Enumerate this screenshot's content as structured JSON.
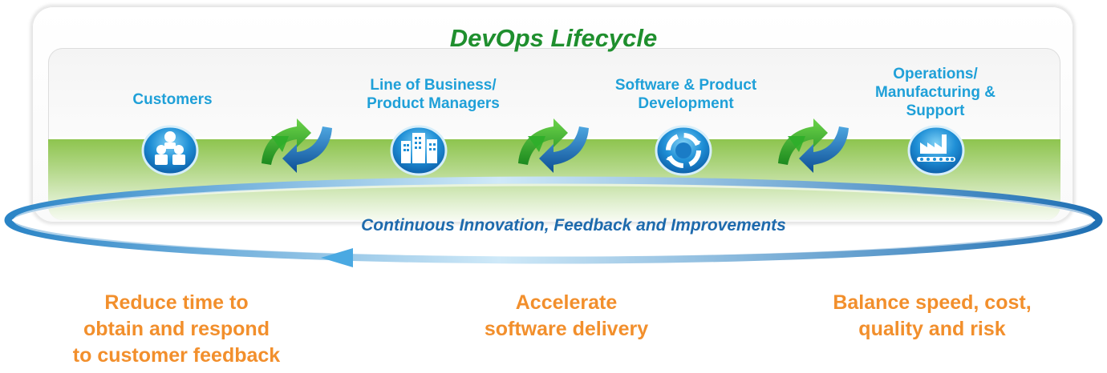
{
  "title": "DevOps Lifecycle",
  "stages": [
    {
      "label_line1": "Customers",
      "label_line2": "",
      "icon": "customers-icon"
    },
    {
      "label_line1": "Line of Business/",
      "label_line2": "Product Managers",
      "icon": "buildings-icon"
    },
    {
      "label_line1": "Software & Product",
      "label_line2": "Development",
      "icon": "development-cycle-icon"
    },
    {
      "label_line1": "Operations/",
      "label_line2": "Manufacturing &",
      "label_line3": "Support",
      "icon": "factory-icon"
    }
  ],
  "connectors": [
    "cycle-arrows-icon",
    "cycle-arrows-icon",
    "cycle-arrows-icon"
  ],
  "feedback_loop": "Continuous Innovation, Feedback and Improvements",
  "benefits": [
    {
      "line1": "Reduce time to",
      "line2": "obtain and respond",
      "line3": "to customer feedback"
    },
    {
      "line1": "Accelerate",
      "line2": "software delivery"
    },
    {
      "line1": "Balance speed, cost,",
      "line2": "quality and risk"
    }
  ],
  "colors": {
    "title": "#1f8f2e",
    "stage_label": "#1fa0d8",
    "feedback_label": "#1e6aad",
    "benefit": "#f28f2c",
    "band_green": "#8dc44e",
    "icon_blue": "#1f86cc"
  }
}
